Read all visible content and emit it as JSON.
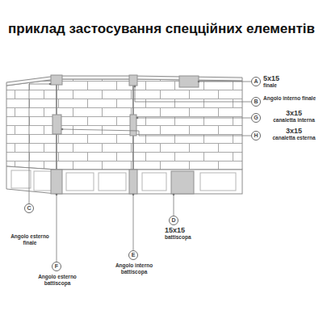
{
  "diagram": {
    "title": "приклад застосування спецційних елементів",
    "nodes": [
      {
        "text": [
          "A",
          "5x15",
          "finale"
        ]
      },
      {
        "text": [
          "B",
          "Angolo interno finale"
        ]
      },
      {
        "text": [
          "G",
          "3x15",
          "canaletta interna"
        ]
      },
      {
        "text": [
          "H",
          "3x15",
          "canaletta esterna"
        ]
      },
      {
        "text": [
          "C",
          "Angolo esterno finale"
        ]
      },
      {
        "text": [
          "F",
          "Angolo esterno battiscopa"
        ]
      },
      {
        "text": [
          "E",
          "Angolo interno battiscopa"
        ]
      },
      {
        "text": [
          "D",
          "15x15",
          "battiscopa"
        ]
      }
    ]
  }
}
